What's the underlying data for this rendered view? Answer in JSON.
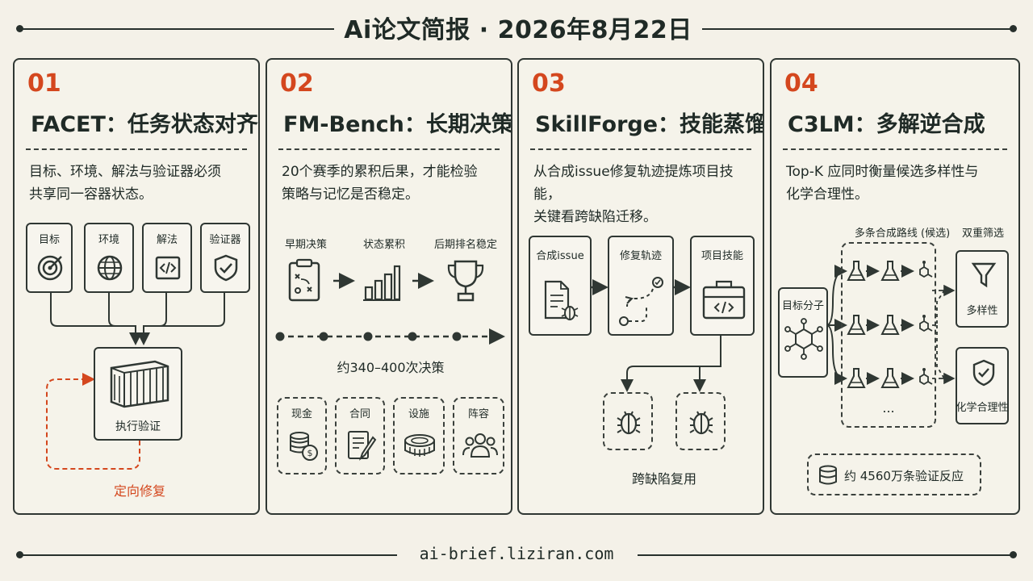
{
  "header": {
    "title": "Ai论文简报 · 2026年8月22日"
  },
  "footer": {
    "url": "ai-brief.liziran.com"
  },
  "cards": [
    {
      "number": "01",
      "title": "FACET：任务状态对齐",
      "desc_line1": "目标、环境、解法与验证器必须",
      "desc_line2": "共享同一容器状态。",
      "inputs": [
        "目标",
        "环境",
        "解法",
        "验证器"
      ],
      "container_label": "执行验证",
      "loop_label": "定向修复"
    },
    {
      "number": "02",
      "title": "FM-Bench：长期决策",
      "desc_line1": "20个赛季的累积后果，才能检验",
      "desc_line2": "策略与记忆是否稳定。",
      "stages": [
        "早期决策",
        "状态累积",
        "后期排名稳定"
      ],
      "decisions_label": "约340–400次决策",
      "resources": [
        "现金",
        "合同",
        "设施",
        "阵容"
      ]
    },
    {
      "number": "03",
      "title": "SkillForge：技能蒸馏",
      "desc_line1": "从合成issue修复轨迹提炼项目技能，",
      "desc_line2": "关键看跨缺陷迁移。",
      "steps": [
        "合成issue",
        "修复轨迹",
        "项目技能"
      ],
      "reuse_label": "跨缺陷复用"
    },
    {
      "number": "04",
      "title": "C3LM：多解逆合成",
      "desc_line1": "Top-K 应同时衡量候选多样性与",
      "desc_line2": "化学合理性。",
      "target_label": "目标分子",
      "routes_label": "多条合成路线 (候选)",
      "filter_label": "双重筛选",
      "filters": [
        "多样性",
        "化学合理性"
      ],
      "ellipsis": "...",
      "reactions_label": "约 4560万条验证反应"
    }
  ],
  "colors": {
    "accent": "#d4471e",
    "ink": "#1f2a26",
    "background": "#f4f1e8"
  }
}
